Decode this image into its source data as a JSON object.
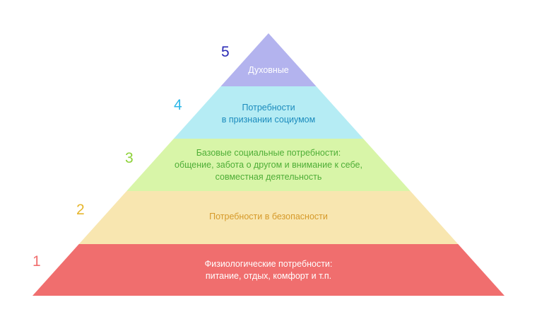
{
  "levels": [
    {
      "number": "1",
      "label": "Физиологические потребности:\nпитание, отдых, комфорт и т.п.",
      "fill": "#f06e6e",
      "text_color": "#ffffff",
      "number_color": "#f06e6e"
    },
    {
      "number": "2",
      "label": "Потребности в безопасности",
      "fill": "#f8e6b0",
      "text_color": "#d69a2a",
      "number_color": "#e6b62e"
    },
    {
      "number": "3",
      "label": "Базовые социальные потребности:\nобщение, забота о другом и внимание к себе,\nсовместная деятельность",
      "fill": "#d8f5a8",
      "text_color": "#4fae37",
      "number_color": "#8ed23a"
    },
    {
      "number": "4",
      "label": "Потребности\nв признании социумом",
      "fill": "#b5ecf4",
      "text_color": "#1b8bbd",
      "number_color": "#2fb8e8"
    },
    {
      "number": "5",
      "label": "Духовные",
      "fill": "#b3b3ee",
      "text_color": "#ffffff",
      "number_color": "#2a2ab5"
    }
  ]
}
